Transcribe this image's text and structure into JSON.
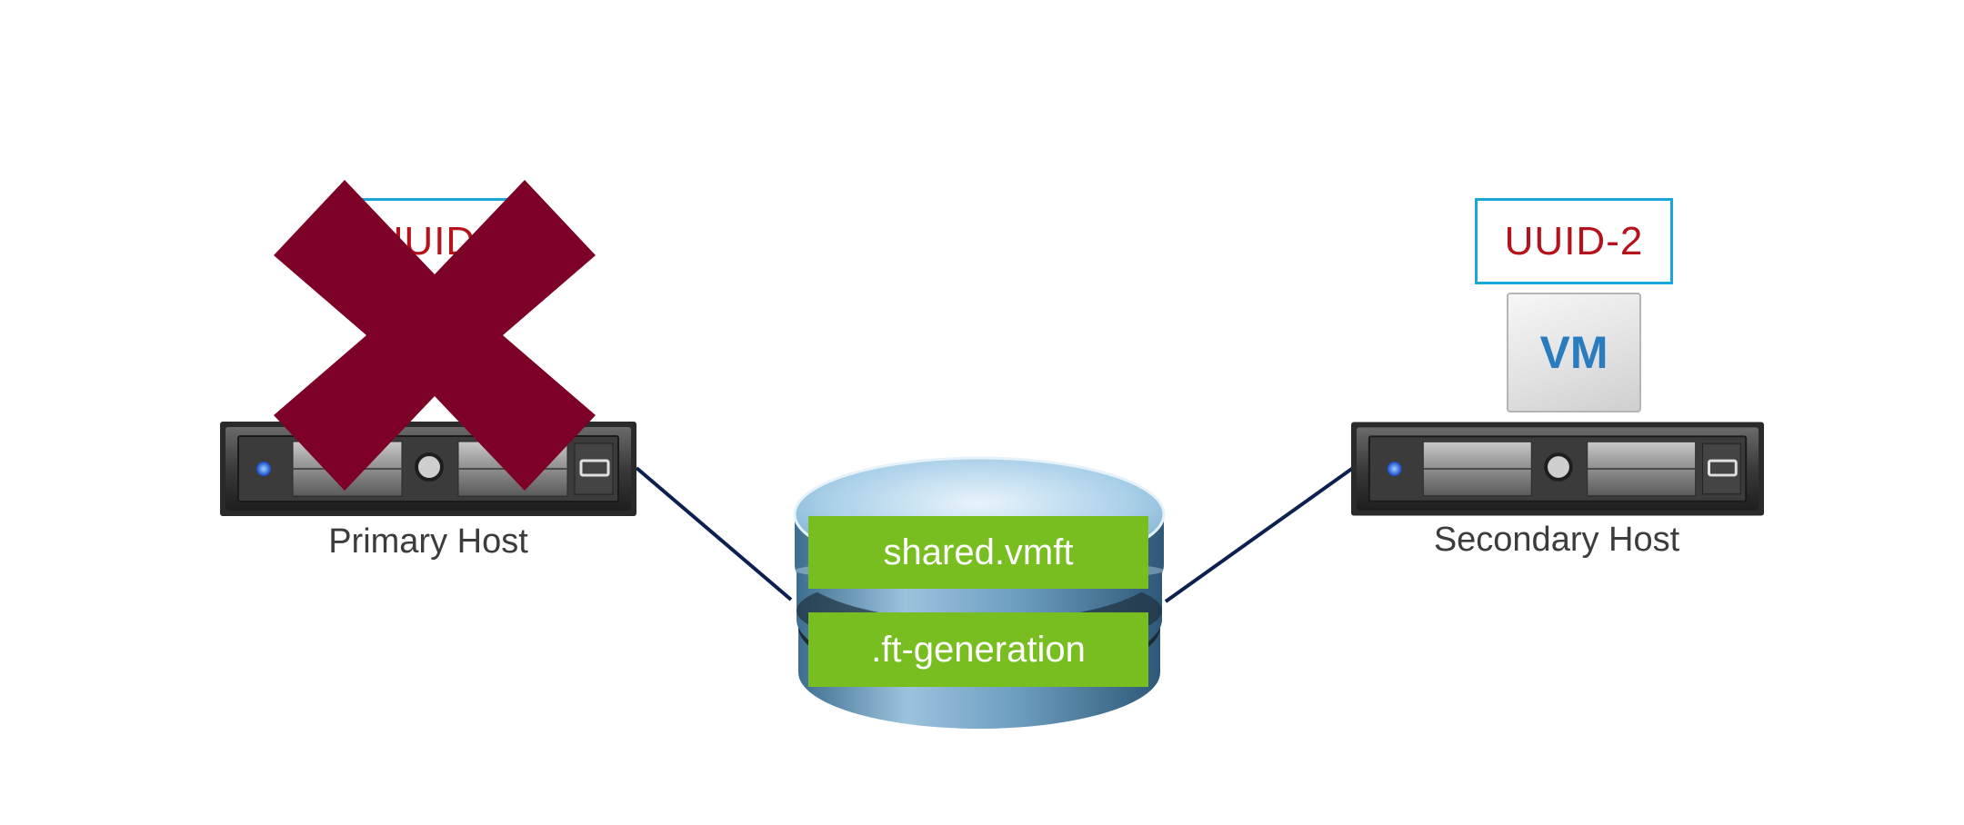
{
  "primary_host": {
    "label": "Primary Host",
    "uuid": "UUID-1",
    "status": "failed"
  },
  "secondary_host": {
    "label": "Secondary Host",
    "uuid": "UUID-2",
    "vm_label": "VM"
  },
  "datastore": {
    "files": [
      ".ft-generation",
      "shared.vmft"
    ]
  },
  "colors": {
    "uuid_border": "#1aa6d6",
    "uuid_text": "#b5121b",
    "vm_text": "#2b7bbf",
    "file_bar": "#78be20",
    "failure_x": "#7d0026",
    "link_line": "#0d2150",
    "host_label": "#3c3c3c"
  },
  "icons": {
    "failure": "x-mark-icon",
    "server": "server-rack-icon",
    "storage": "datastore-disk-icon"
  }
}
